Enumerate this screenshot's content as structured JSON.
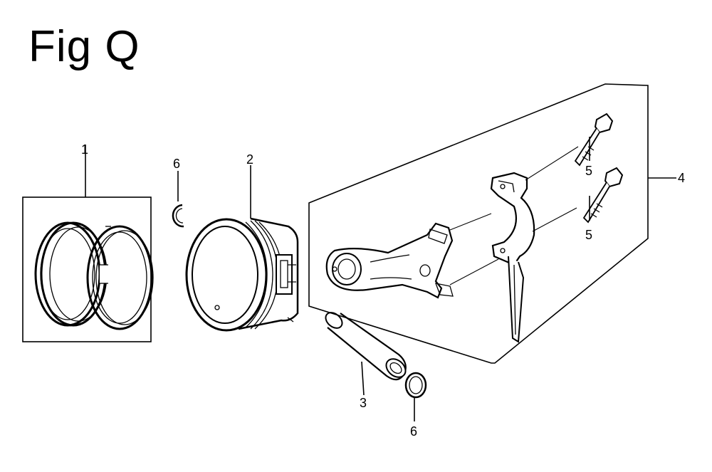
{
  "figure": {
    "title": "Fig Q"
  },
  "callouts": {
    "c1": "1",
    "c2": "2",
    "c3": "3",
    "c4": "4",
    "c5a": "5",
    "c5b": "5",
    "c6a": "6",
    "c6b": "6"
  }
}
